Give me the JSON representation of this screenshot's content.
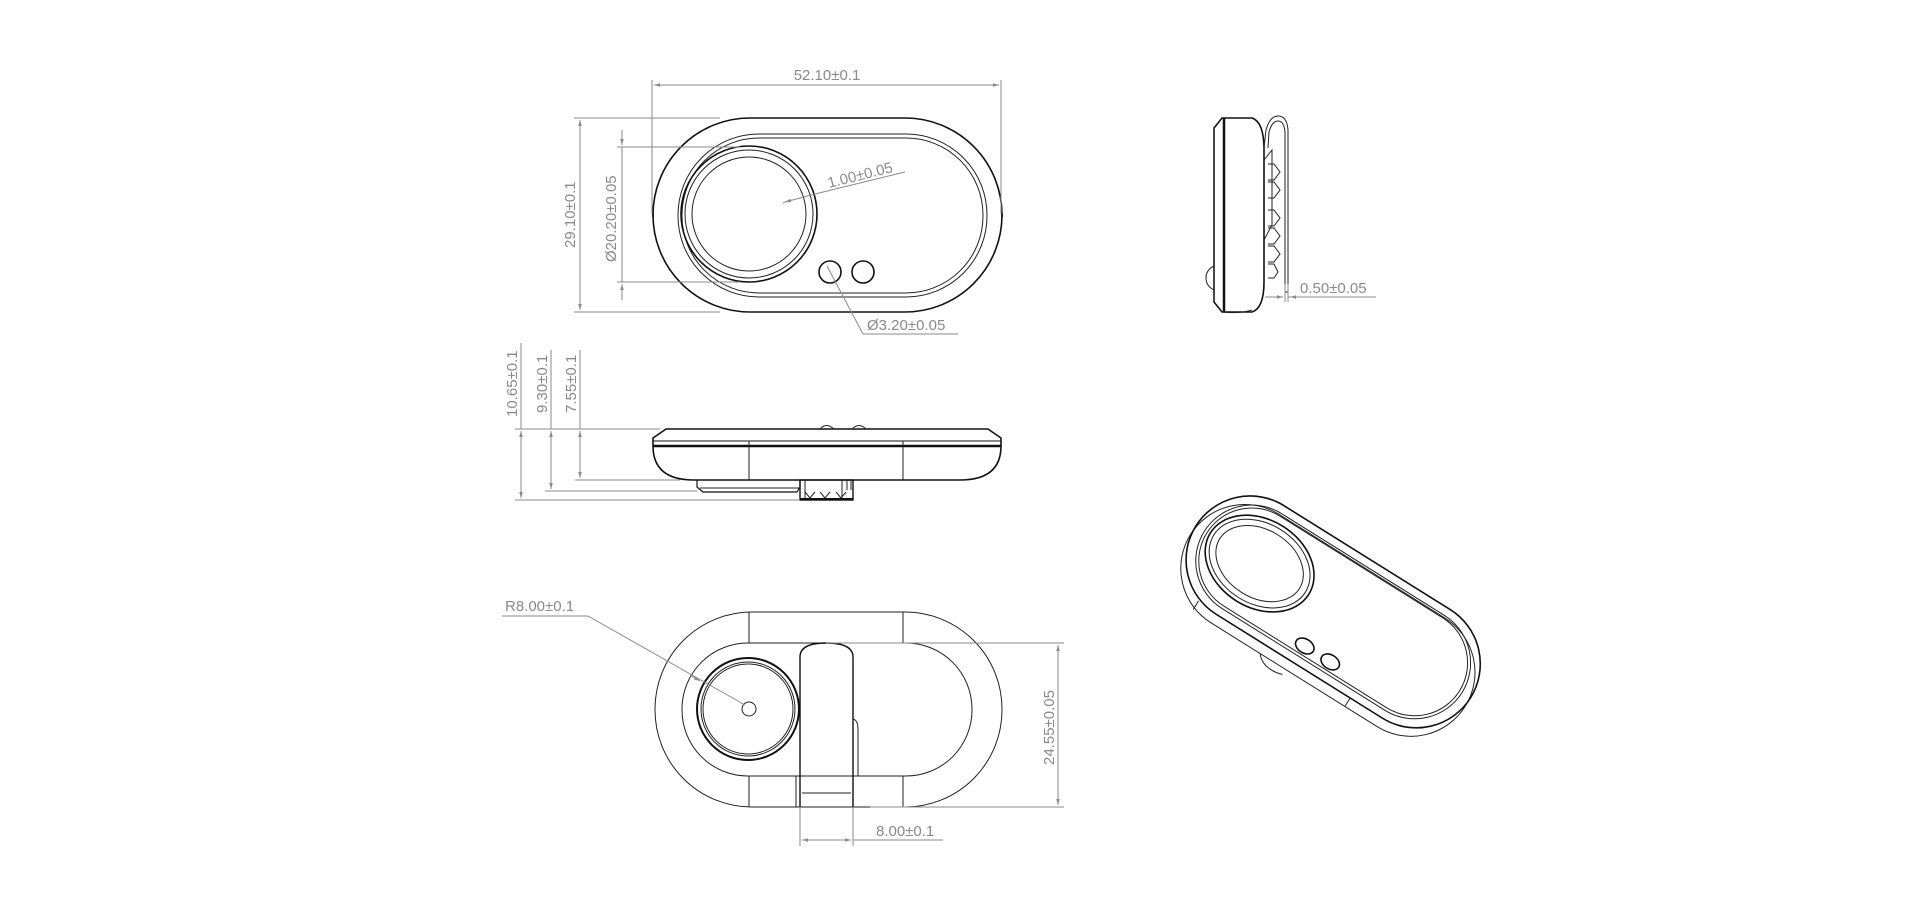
{
  "drawing": {
    "type": "engineering-drawing",
    "subject": "clip-on device with circular lens and two buttons",
    "views": [
      "top",
      "right-side",
      "front-side",
      "bottom",
      "isometric"
    ],
    "line_color": "#111111",
    "dimension_color": "#8a8a8a"
  },
  "dimensions": {
    "overall_length": "52.10±0.1",
    "overall_height": "29.10±0.1",
    "lens_diameter": "Ø20.20±0.05",
    "lens_rim": "1.00±0.05",
    "button_diameter": "Ø3.20±0.05",
    "clip_thickness": "0.50±0.05",
    "total_thickness": "10.65±0.1",
    "body_plus_base": "9.30±0.1",
    "body_thickness": "7.55±0.1",
    "back_radius": "R8.00±0.1",
    "back_inner_height": "24.55±0.05",
    "clip_width": "8.00±0.1"
  }
}
